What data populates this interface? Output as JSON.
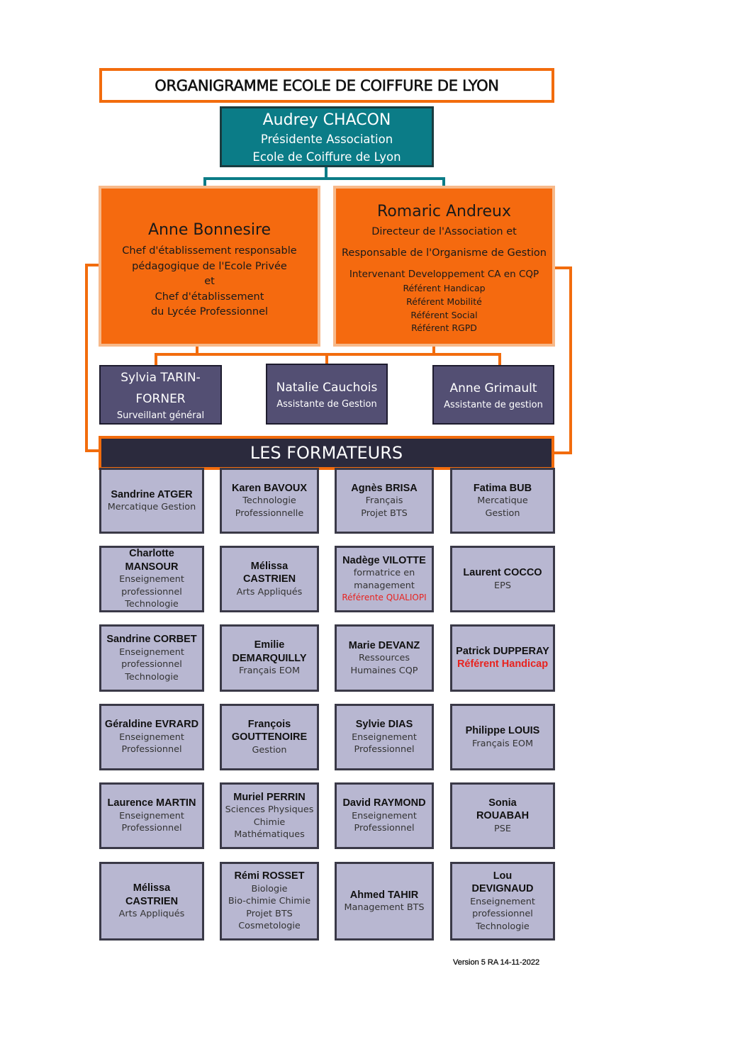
{
  "title": "ORGANIGRAMME ECOLE DE COIFFURE DE LYON",
  "president": {
    "name": "Audrey CHACON",
    "lines": [
      "Présidente Association",
      "Ecole de Coiffure de Lyon"
    ]
  },
  "directors": {
    "left": {
      "name": "Anne Bonnesire",
      "lines": [
        "Chef d'établissement responsable",
        "pédagogique de l'Ecole Privée",
        "et",
        "Chef d'établissement",
        "du Lycée Professionnel"
      ]
    },
    "right": {
      "name": "Romaric Andreux",
      "line1": "Directeur de l'Association et",
      "line2": "Responsable de l'Organisme de Gestion",
      "line3": "Intervenant Developpement CA en CQP",
      "referents": [
        "Référent Handicap",
        "Référent Mobilité",
        "Référent Social",
        "Référent RGPD"
      ]
    }
  },
  "staff": [
    {
      "name_lines": [
        "Sylvia TARIN-",
        "FORNER"
      ],
      "role": "Surveillant général"
    },
    {
      "name_lines": [
        "Natalie Cauchois"
      ],
      "role": "Assistante de Gestion"
    },
    {
      "name_lines": [
        "Anne Grimault"
      ],
      "role": "Assistante de gestion"
    }
  ],
  "formateurs_title": "LES FORMATEURS",
  "trainers": [
    {
      "name_lines": [
        "Sandrine ATGER"
      ],
      "role_lines": [
        "Mercatique Gestion"
      ]
    },
    {
      "name_lines": [
        "Karen BAVOUX"
      ],
      "role_lines": [
        "Technologie",
        "Professionnelle"
      ]
    },
    {
      "name_lines": [
        "Agnès BRISA"
      ],
      "role_lines": [
        "Français",
        "Projet BTS"
      ]
    },
    {
      "name_lines": [
        "Fatima BUB"
      ],
      "role_lines": [
        "Mercatique",
        "Gestion"
      ]
    },
    {
      "name_lines": [
        "Charlotte",
        "MANSOUR"
      ],
      "role_lines": [
        "Enseignement",
        "professionnel",
        "Technologie"
      ]
    },
    {
      "name_lines": [
        "Mélissa CASTRIEN"
      ],
      "role_lines": [
        "Arts Appliqués"
      ]
    },
    {
      "name_lines": [
        "Nadège VILOTTE"
      ],
      "role_lines": [
        "formatrice en",
        "management"
      ],
      "note": "Référente QUALIOPI"
    },
    {
      "name_lines": [
        "Laurent COCCO"
      ],
      "role_lines": [
        "EPS"
      ]
    },
    {
      "name_lines": [
        "Sandrine CORBET"
      ],
      "role_lines": [
        "Enseignement",
        "professionnel",
        "Technologie"
      ]
    },
    {
      "name_lines": [
        "Emilie",
        "DEMARQUILLY"
      ],
      "role_lines": [
        "Français EOM"
      ]
    },
    {
      "name_lines": [
        "Marie DEVANZ"
      ],
      "role_lines": [
        "Ressources",
        "Humaines CQP"
      ]
    },
    {
      "name_lines": [
        "Patrick DUPPERAY"
      ],
      "role_lines": [],
      "note_bold": "Référent Handicap"
    },
    {
      "name_lines": [
        "Géraldine EVRARD"
      ],
      "role_lines": [
        "Enseignement",
        "Professionnel"
      ]
    },
    {
      "name_lines": [
        "François",
        "GOUTTENOIRE"
      ],
      "role_lines": [
        "Gestion"
      ]
    },
    {
      "name_lines": [
        "Sylvie DIAS"
      ],
      "role_lines": [
        "Enseignement",
        "Professionnel"
      ]
    },
    {
      "name_lines": [
        "Philippe LOUIS"
      ],
      "role_lines": [
        "Français EOM"
      ]
    },
    {
      "name_lines": [
        "Laurence MARTIN"
      ],
      "role_lines": [
        "Enseignement",
        "Professionnel"
      ]
    },
    {
      "name_lines": [
        "Muriel PERRIN"
      ],
      "role_lines": [
        "Sciences Physiques",
        "Chimie",
        "Mathématiques"
      ]
    },
    {
      "name_lines": [
        "David RAYMOND"
      ],
      "role_lines": [
        "Enseignement",
        "Professionnel"
      ]
    },
    {
      "name_lines": [
        "Sonia",
        "ROUABAH"
      ],
      "role_lines": [
        "PSE"
      ]
    },
    {
      "name_lines": [
        "Mélissa",
        "CASTRIEN"
      ],
      "role_lines": [
        "Arts Appliqués"
      ]
    },
    {
      "name_lines": [
        "Rémi ROSSET"
      ],
      "role_lines": [
        "Biologie",
        "Bio-chimie Chimie",
        "Projet BTS",
        "Cosmetologie"
      ]
    },
    {
      "name_lines": [
        "Ahmed TAHIR"
      ],
      "role_lines": [
        "Management BTS"
      ]
    },
    {
      "name_lines": [
        "Lou",
        "DEVIGNAUD"
      ],
      "role_lines": [
        "Enseignement",
        "professionnel",
        "Technologie"
      ]
    }
  ],
  "version": "Version 5  RA 14-11-2022",
  "colors": {
    "accent_orange": "#f56a0f",
    "teal": "#0b7c87",
    "staff_purple": "#534f73",
    "card_lavender": "#b8b7d1",
    "referent_red": "#e8231f"
  }
}
